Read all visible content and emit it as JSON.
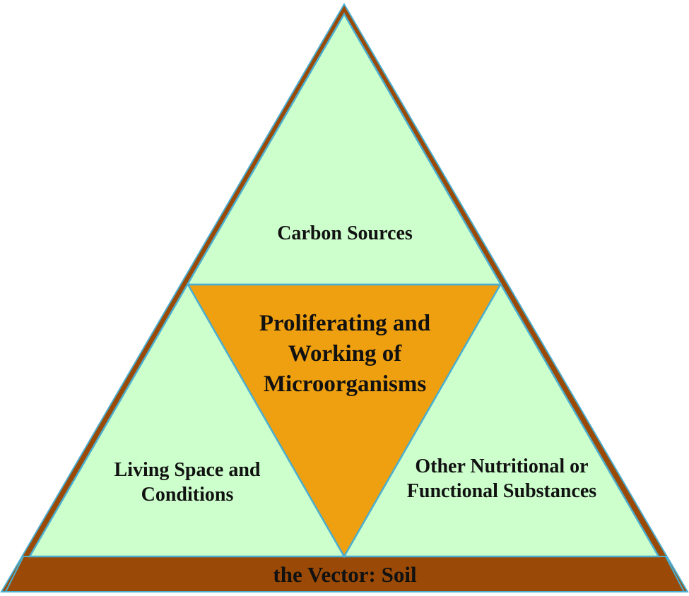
{
  "colors": {
    "outer_border": "#9a4a06",
    "outer_line": "#4aaed0",
    "section_fill": "#ccffcc",
    "center_fill": "#eea010",
    "base_fill": "#9a4a06",
    "text": "#111111"
  },
  "sections": {
    "top": {
      "lines": [
        "Carbon Sources"
      ]
    },
    "center": {
      "lines": [
        "Proliferating and",
        "Working of",
        "Microorganisms"
      ]
    },
    "left": {
      "lines": [
        "Living Space and",
        "Conditions"
      ]
    },
    "right": {
      "lines": [
        "Other Nutritional or",
        "Functional Substances"
      ]
    },
    "base": {
      "label": "the Vector: Soil"
    }
  }
}
